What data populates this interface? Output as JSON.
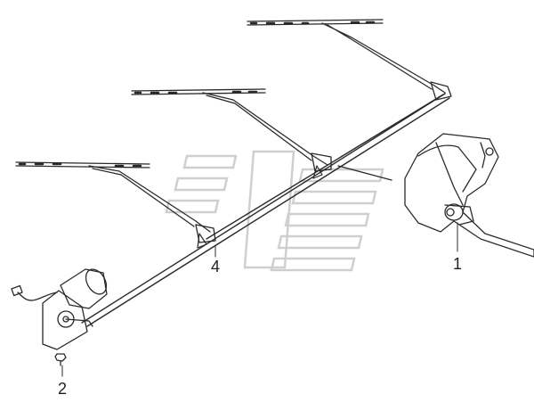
{
  "callouts": [
    {
      "id": "1",
      "label": "1",
      "name": "callout-1"
    },
    {
      "id": "2",
      "label": "2",
      "name": "callout-2"
    },
    {
      "id": "4",
      "label": "4",
      "name": "callout-4"
    }
  ],
  "watermark": {
    "text": "",
    "color": "#d4d4d4"
  },
  "colors": {
    "ink": "#2a2a2a",
    "background": "#ffffff"
  }
}
